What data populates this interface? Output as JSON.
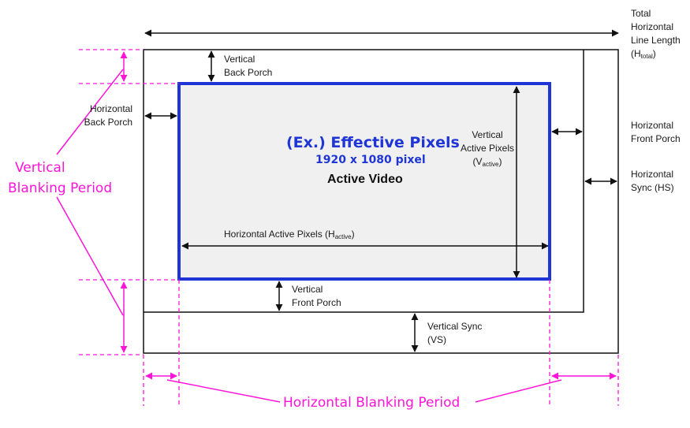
{
  "labels": {
    "total_line_length": [
      "Total",
      "Horizontal",
      "Line Length"
    ],
    "total_line_length_sym": "H",
    "total_line_length_sub": "total",
    "vertical_back_porch": [
      "Vertical",
      "Back Porch"
    ],
    "horizontal_back_porch": [
      "Horizontal",
      "Back Porch"
    ],
    "effective_pixels": "(Ex.) Effective Pixels",
    "resolution": "1920 x 1080 pixel",
    "active_video": "Active Video",
    "vertical_active_pixels": [
      "Vertical",
      "Active Pixels"
    ],
    "vertical_active_sym": "V",
    "vertical_active_sub": "active",
    "horizontal_active_pixels": "Horizontal Active Pixels (H",
    "horizontal_active_sub": "active",
    "horizontal_front_porch": [
      "Horizontal",
      "Front Porch"
    ],
    "horizontal_sync": [
      "Horizontal",
      "Sync (HS)"
    ],
    "vertical_front_porch": [
      "Vertical",
      "Front Porch"
    ],
    "vertical_sync": [
      "Vertical Sync",
      "(VS)"
    ],
    "vertical_blanking": [
      "Vertical",
      "Blanking Period"
    ],
    "horizontal_blanking": "Horizontal Blanking Period"
  },
  "colors": {
    "active_border": "#1f35d6",
    "active_fill": "#f0f0f0",
    "blanking_annotation": "#ff14d8",
    "line": "#111111"
  }
}
